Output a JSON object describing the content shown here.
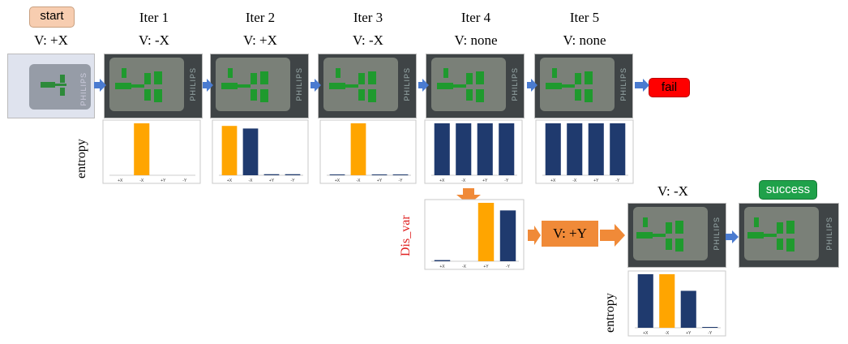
{
  "start": {
    "label": "start",
    "view": "V: +X",
    "color": "#f7cdb0"
  },
  "iterations": [
    {
      "title": "Iter 1",
      "view": "V: -X",
      "values": [
        0,
        1.0,
        0,
        0
      ]
    },
    {
      "title": "Iter 2",
      "view": "V: +X",
      "values": [
        0.95,
        0.9,
        0.02,
        0.02
      ]
    },
    {
      "title": "Iter 3",
      "view": "V: -X",
      "values": [
        0.01,
        1.0,
        0.01,
        0.01
      ]
    },
    {
      "title": "Iter 4",
      "view": "V: none",
      "values": [
        1.0,
        1.0,
        1.0,
        1.0
      ]
    },
    {
      "title": "Iter 5",
      "view": "V: none",
      "values": [
        1.0,
        1.0,
        1.0,
        1.0
      ]
    }
  ],
  "fail": {
    "label": "fail",
    "color": "#ff0000"
  },
  "success": {
    "label": "success",
    "color": "#1fa14a"
  },
  "entropy_label": "entropy",
  "dis_var_label": "Dis_var",
  "action_box": {
    "label": "V: +Y",
    "color": "#f08a38"
  },
  "final_view": "V: -X",
  "photo_brand": "PHILIPS",
  "colors": {
    "orange": "#ffa500",
    "navy": "#1f3a6e",
    "arrow_blue": "#4a7bd0",
    "arrow_orange": "#f08a38"
  },
  "chart_data": [
    {
      "type": "bar",
      "name": "Iter 1 entropy",
      "categories": [
        "+X",
        "-X",
        "+Y",
        "-Y"
      ],
      "values": [
        0,
        1.0,
        0,
        0
      ],
      "highlight": 1
    },
    {
      "type": "bar",
      "name": "Iter 2 entropy",
      "categories": [
        "+X",
        "-X",
        "+Y",
        "-Y"
      ],
      "values": [
        0.95,
        0.9,
        0.02,
        0.02
      ],
      "highlight": 0
    },
    {
      "type": "bar",
      "name": "Iter 3 entropy",
      "categories": [
        "+X",
        "-X",
        "+Y",
        "-Y"
      ],
      "values": [
        0.01,
        1.0,
        0.01,
        0.01
      ],
      "highlight": 1
    },
    {
      "type": "bar",
      "name": "Iter 4 entropy",
      "categories": [
        "+X",
        "-X",
        "+Y",
        "-Y"
      ],
      "values": [
        1.0,
        1.0,
        1.0,
        1.0
      ],
      "highlight": -1
    },
    {
      "type": "bar",
      "name": "Iter 5 entropy",
      "categories": [
        "+X",
        "-X",
        "+Y",
        "-Y"
      ],
      "values": [
        1.0,
        1.0,
        1.0,
        1.0
      ],
      "highlight": -1
    },
    {
      "type": "bar",
      "name": "Dis_var",
      "categories": [
        "+X",
        "-X",
        "+Y",
        "-Y"
      ],
      "values": [
        0.02,
        0.0,
        1.0,
        0.87
      ],
      "highlight": 2
    },
    {
      "type": "bar",
      "name": "Final entropy",
      "categories": [
        "+X",
        "-X",
        "+Y",
        "-Y"
      ],
      "values": [
        1.0,
        1.0,
        0.69,
        0.01
      ],
      "highlight": 1
    }
  ]
}
